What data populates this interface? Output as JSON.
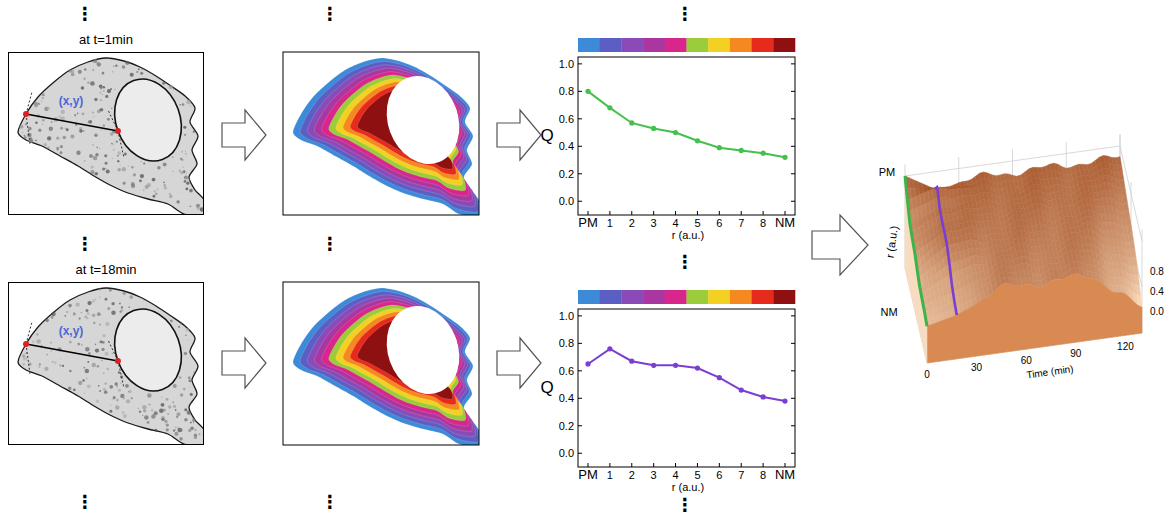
{
  "diagram": {
    "nodes": [
      {
        "text": [
          "at t=1min",
          "(x,y)"
        ]
      },
      {
        "text": [
          "at t=18min",
          "(x,y)"
        ]
      }
    ],
    "labels": [
      "⋮",
      "⋮",
      "⋮",
      "⋮",
      "⋮",
      "⋮",
      "⋮",
      "⋮",
      "⋮",
      "1.0",
      "0.8",
      "0.6",
      "0.4",
      "0.2",
      "0.0",
      "Q",
      "PM",
      "1",
      "2",
      "3",
      "4",
      "5",
      "6",
      "7",
      "8",
      "NM",
      "r (a.u.)",
      "1.0",
      "0.8",
      "0.6",
      "0.4",
      "0.2",
      "0.0",
      "Q",
      "PM",
      "1",
      "2",
      "3",
      "4",
      "5",
      "6",
      "7",
      "8",
      "NM",
      "r (a.u.)",
      "PM",
      "r (a.u.)",
      "NM",
      "0",
      "30",
      "60",
      "90",
      "120",
      "Time (min)",
      "0.8",
      "0.4",
      "0.0"
    ]
  }
}
